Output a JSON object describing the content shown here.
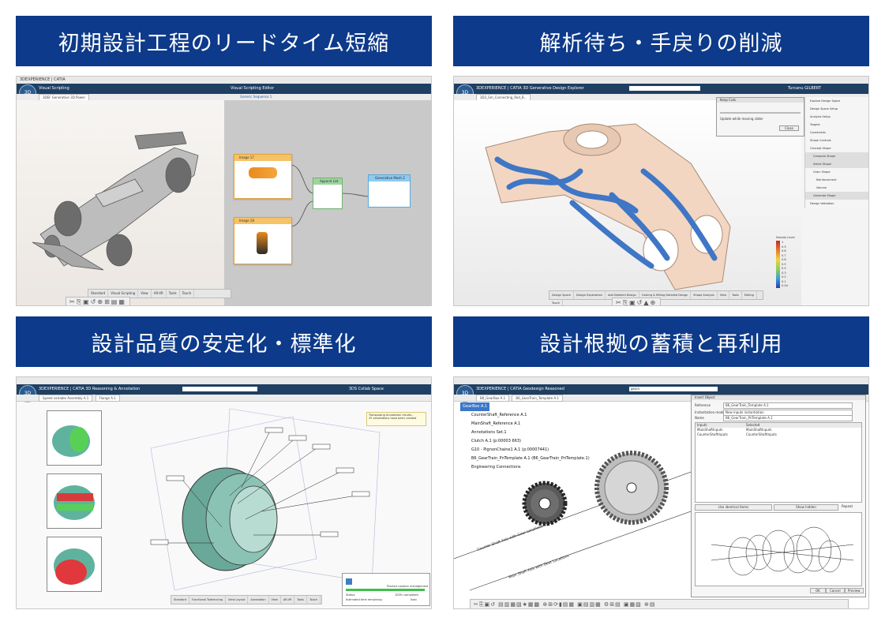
{
  "panels": {
    "tl": {
      "header": "初期設計工程のリードタイム短縮",
      "window_title": "Visual Scripting",
      "window_title_right": "Visual Scripting Editor",
      "brand": "3DEXPERIENCE | CATIA",
      "tab_left": "3DEF Generative 3D Power",
      "tab_right": "Generic Sequence 1",
      "node_image17": "Image 17",
      "node_image18": "Image 18",
      "node_append": "Append List",
      "node_generative": "Generative Mesh 2",
      "bottom_tabs": [
        "Standard",
        "Visual Scripting",
        "View",
        "AR-VR",
        "Tools",
        "Touch"
      ]
    },
    "tr": {
      "header": "解析待ち・手戻りの削減",
      "brand": "3DEXPERIENCE | CATIA",
      "app": "3D Generative Design Explorer",
      "tab": "3D3_Sm_Connecting_Rod_B...",
      "user": "Turcanu GILBERT",
      "dialog_title": "Keep Cuts",
      "dialog_close": "Close",
      "dialog_check": "Update while moving slider",
      "sidebar": [
        "Explore Design Space",
        "Design Space Setup",
        "Analysis Setup",
        "Targets",
        "Constraints",
        "Shape Controls",
        "Concept Shape",
        "Compute Shape",
        "Select Shape",
        "Grain Shape",
        "Reinforcement",
        "Volume",
        "Generate Shape",
        "Design Validation"
      ],
      "legend_title": "Density Level",
      "legend_values": [
        "1",
        "0.9",
        "0.8",
        "0.7",
        "0.6",
        "0.5",
        "0.4",
        "0.3",
        "0.2",
        "0.1",
        "0.04"
      ],
      "bottom_tabs": [
        "Design Space",
        "Design Exploration",
        "Add Detailed Design",
        "Casting & Milling Detailed Design",
        "Shape Analysis",
        "View",
        "Tools",
        "Editing",
        "Touch"
      ]
    },
    "bl": {
      "header": "設計品質の安定化・標準化",
      "brand": "3DEXPERIENCE | CATIA",
      "app": "3D Reasoning & Annotation",
      "space": "3DS Collab Space",
      "tab_left": "Speed variable Assembly A.1",
      "tab_right": "Flange A.1",
      "tooltip_line1": "Transposing Annotation results...",
      "tooltip_line2": "25 annotations have been created",
      "progress_title": "Product capture management",
      "progress_status": "Status:",
      "progress_done": "100% completed",
      "progress_time": "Estimated time remaining:",
      "progress_secs": "0sec",
      "bottom_tabs": [
        "Standard",
        "Functional Tolerancing",
        "View Layout",
        "Annotation",
        "View",
        "AR-VR",
        "Tools",
        "Touch"
      ]
    },
    "br": {
      "header": "設計根拠の蓄積と再利用",
      "brand": "3DEXPERIENCE | CATIA",
      "app": "Geodesign Reasoned",
      "tab_left": "B6_GearBox A.1",
      "tab_right": "B6_GearTrain_Template A.1",
      "search": "gears",
      "tree": [
        "GearBox A.1",
        "CounterShaft_Reference A.1",
        "MainShaft_Reference A.1",
        "Annotations Set.1",
        "Clutch A.1 (p:00003 663)",
        "G10 - PignonChaine1 A.1 (p:00007441)",
        "B6_GearTrain_PriTemplate A.1 (B6_GearTrain_PriTemplate.1)",
        "Engineering Connections"
      ],
      "dialog_title": "Insert Object",
      "dialog_reference_label": "Reference",
      "dialog_reference_value": "B6_GearTrain_Template A.1",
      "dialog_mode_label": "Instantiation mode",
      "dialog_mode_value": "New inputs instantiation",
      "dialog_name_label": "Name",
      "dialog_name_value": "B6_GearTrain_PriTemplate A.1",
      "dialog_table_headers": [
        "Inputs",
        "Selected"
      ],
      "dialog_table_rows": [
        [
          "MainShaftInputs",
          "MainShaftInputs"
        ],
        [
          "CounterShaftInputs",
          "CounterShaftInputs"
        ]
      ],
      "dialog_btn_geom": "Use identical items",
      "dialog_btn_show": "Show hidden",
      "dialog_repeat": "Repeat",
      "dialog_ok": "OK",
      "dialog_cancel": "Cancel",
      "dialog_preview": "Preview",
      "annot1": "Counter Shaft Axis with Gear Locations",
      "annot2": "Main Shaft Axis with Gear Locations"
    }
  }
}
